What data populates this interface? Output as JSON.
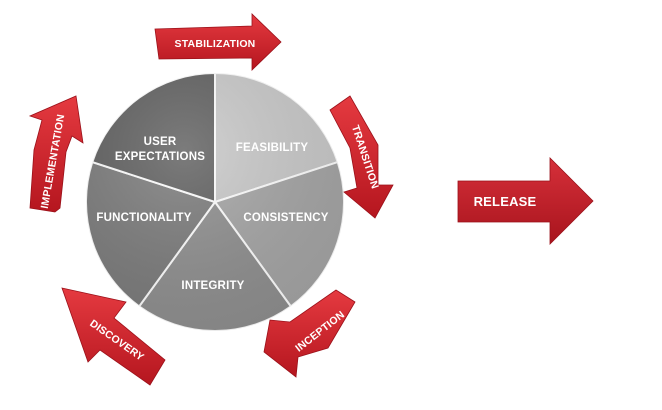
{
  "diagram": {
    "segments": [
      {
        "id": "feasibility",
        "label": "FEASIBILITY",
        "color": "#c9c9c9"
      },
      {
        "id": "consistency",
        "label": "CONSISTENCY",
        "color": "#a5a5a5"
      },
      {
        "id": "integrity",
        "label": "INTEGRITY",
        "color": "#8f8f8f"
      },
      {
        "id": "functionality",
        "label": "FUNCTIONALITY",
        "color": "#7b7b7b"
      },
      {
        "id": "user-expectations",
        "label_line1": "USER",
        "label_line2": "EXPECTATIONS",
        "color": "#5f5f5f"
      }
    ],
    "arrows": [
      {
        "id": "stabilization",
        "label": "STABILIZATION"
      },
      {
        "id": "transition",
        "label": "TRANSITION"
      },
      {
        "id": "inception",
        "label": "INCEPTION"
      },
      {
        "id": "discovery",
        "label": "DISCOVERY"
      },
      {
        "id": "implementation",
        "label": "IMPLEMENTATION"
      }
    ],
    "release": {
      "label": "RELEASE"
    },
    "colors": {
      "arrow_red": "#d3232e",
      "arrow_dark": "#a8141d",
      "release_red": "#c9202b"
    }
  }
}
